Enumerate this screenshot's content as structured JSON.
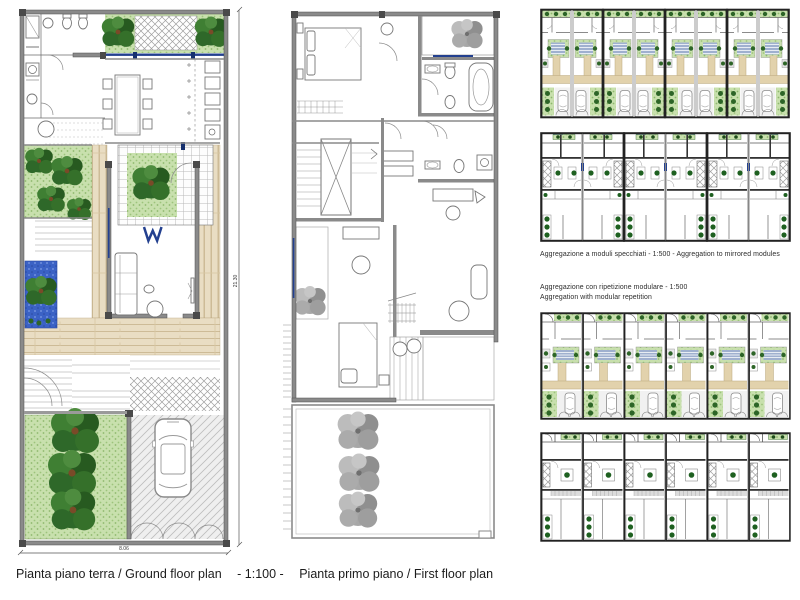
{
  "sheet": {
    "background": "#ffffff",
    "type": "architectural drawing board"
  },
  "caption": {
    "ground": "Pianta piano terra  /  Ground floor plan",
    "scale": "-  1:100  -",
    "first": "Pianta primo piano  /  First floor plan"
  },
  "dimensions": {
    "width_m": "8.06",
    "depth_m": "21.30"
  },
  "aggregations": {
    "mirrored": {
      "label": "Aggregazione a moduli specchiati - 1:500 - Aggregation to mirrored modules",
      "ground_floor_modules": 8,
      "first_floor_modules": 6
    },
    "repeated": {
      "label_it": "Aggregazione con ripetizione modulare - 1:500",
      "label_en": "Aggregation with modular repetition",
      "ground_floor_modules": 6,
      "first_floor_modules": 6
    }
  },
  "colors": {
    "wall_gray": "#8a8a8a",
    "wall_dark": "#4a4a4a",
    "grass_green": "#c8e0ad",
    "tree_green": "#2e6829",
    "tree_gray": "#9b9b9b",
    "water_blue": "#3b62c5",
    "wood_tan": "#e9ddc3",
    "window_blue": "#23408f",
    "paving_gray": "#efefef",
    "hatch_gray": "#9f9f9f"
  }
}
